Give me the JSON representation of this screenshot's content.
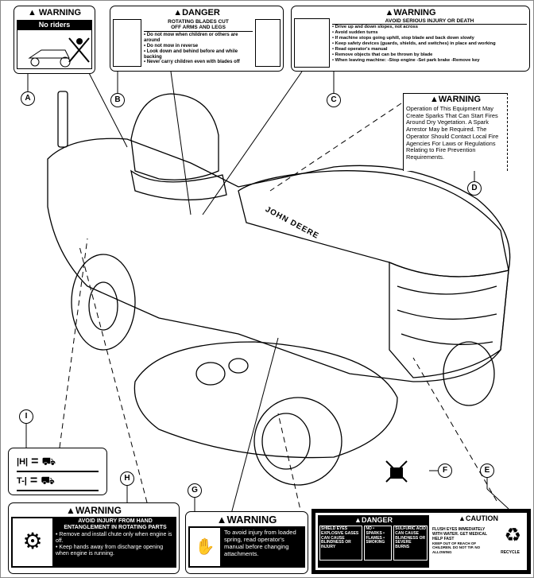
{
  "callouts": {
    "a": "A",
    "b": "B",
    "c": "C",
    "d": "D",
    "e": "E",
    "f": "F",
    "g": "G",
    "h": "H",
    "i": "I"
  },
  "label_a": {
    "heading": "WARNING",
    "bar": "No riders"
  },
  "label_b": {
    "heading": "DANGER",
    "subtitle_1": "ROTATING BLADES CUT",
    "subtitle_2": "OFF ARMS AND LEGS",
    "items": [
      "• Do not mow when children or others are around",
      "• Do not mow in reverse",
      "• Look down and behind before and while backing",
      "• Never carry children even with blades off"
    ]
  },
  "label_c": {
    "heading": "WARNING",
    "subtitle": "AVOID SERIOUS INJURY OR DEATH",
    "items": [
      "• Drive up and down slopes, not across",
      "• Avoid sudden turns",
      "• If machine stops going uphill, stop blade and back down slowly",
      "• Keep safety devices (guards, shields, and switches) in place and working",
      "• Read operator's manual",
      "• Remove objects that can be thrown by blade",
      "• When leaving machine: -Stop engine -Set park brake -Remove key"
    ]
  },
  "label_d": {
    "heading": "WARNING",
    "body": "Operation of This Equipment May Create Sparks That Can Start Fires Around Dry Vegetation. A Spark Arrestor May be Required. The Operator Should Contact Local Fire Agencies For Laws or Regulations Relating to Fire Prevention Requirements."
  },
  "label_i": {
    "row1": "=",
    "row2": "="
  },
  "label_h": {
    "heading": "WARNING",
    "subtitle": "AVOID INJURY FROM HAND ENTANGLEMENT IN ROTATING PARTS",
    "items": [
      "• Remove and install chute only when engine is off.",
      "• Keep hands away from discharge opening when engine is running."
    ]
  },
  "label_g": {
    "heading": "WARNING",
    "body": "To avoid injury from loaded spring, read operator's manual before changing attachments."
  },
  "label_e": {
    "danger_heading": "DANGER",
    "danger_col1": "SHIELD EYES EXPLOSIVE GASES CAN CAUSE BLINDNESS OR INJURY",
    "danger_col2": "NO • SPARKS • FLAMES • SMOKING",
    "danger_col3": "SULFURIC ACID CAN CAUSE BLINDNESS OR SEVERE BURNS",
    "caution_heading": "CAUTION",
    "caution_text": "FLUSH EYES IMMEDIATELY WITH WATER. GET MEDICAL HELP FAST",
    "caution_text2": "KEEP OUT OF REACH OF CHILDREN. DO NOT TIP. NO ALLOWING",
    "recycle": "RECYCLE"
  },
  "tractor": {
    "brand": "JOHN DEERE"
  }
}
